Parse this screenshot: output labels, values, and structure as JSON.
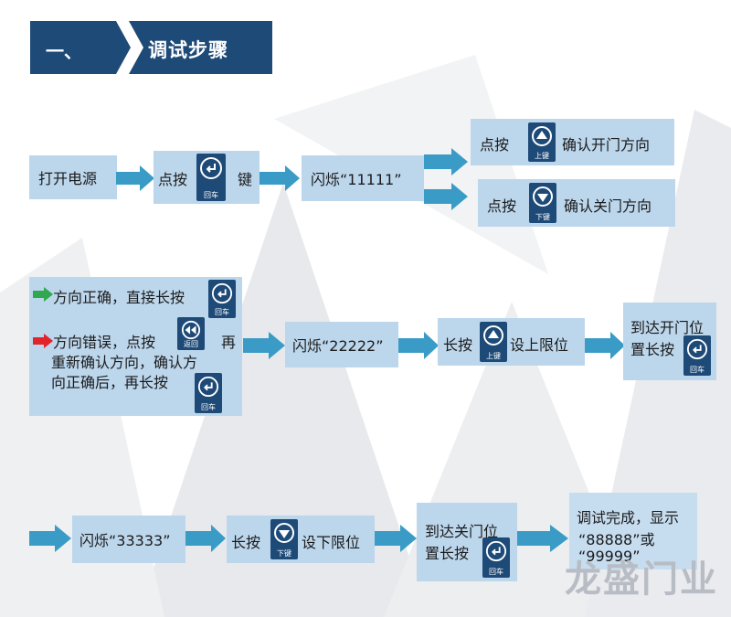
{
  "header": {
    "number": "一、",
    "title": "调试步骤"
  },
  "keys": {
    "enter": "回车",
    "up": "上键",
    "down": "下键",
    "back": "返回"
  },
  "row1": {
    "power_on": "打开电源",
    "press": "点按",
    "key_suffix": "键",
    "flash1": "闪烁“11111”",
    "opt_up_press": "点按",
    "opt_up_text": "确认开门方向",
    "opt_down_press": "点按",
    "opt_down_text": "确认关门方向"
  },
  "row2": {
    "correct_text": "方向正确，直接长按",
    "wrong_line1": "方向错误，点按",
    "wrong_line1_end": "再",
    "wrong_line2": "重新确认方向，确认方",
    "wrong_line3": "向正确后，再长按",
    "flash2": "闪烁“22222”",
    "long_press": "长按",
    "set_upper": "设上限位",
    "reach_open_line1": "到达开门位",
    "reach_open_line2": "置长按"
  },
  "row3": {
    "flash3": "闪烁“33333”",
    "long_press": "长按",
    "set_lower": "设下限位",
    "reach_close_line1": "到达关门位",
    "reach_close_line2": "置长按",
    "done_line1": "调试完成，显示",
    "done_line2": "“88888”或",
    "done_line3": "“99999”"
  },
  "logo": "龙盛门业",
  "colors": {
    "box": "#bcd6ec",
    "arrow": "#3a9cc6",
    "header": "#1e4a78",
    "key": "#1e4a78",
    "green": "#2fa84f",
    "red": "#e0242a"
  }
}
